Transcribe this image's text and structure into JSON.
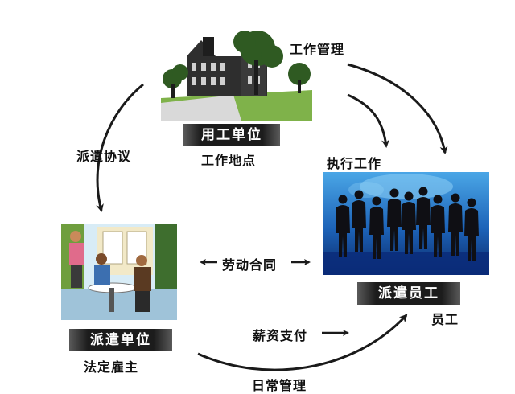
{
  "parties": {
    "employer": {
      "plate": "用工单位",
      "sub": "工作地点"
    },
    "agency": {
      "plate": "派遣单位",
      "sub": "法定雇主"
    },
    "worker": {
      "plate": "派遣员工",
      "sub": "员工"
    }
  },
  "relations": {
    "work_management": "工作管理",
    "dispatch_agreement": "派遣协议",
    "perform_work": "执行工作",
    "labor_contract": "劳动合同",
    "salary_payment": "薪资支付",
    "daily_management": "日常管理"
  },
  "colors": {
    "arrow": "#1a1a1a",
    "plate_dark": "#1c1c1c",
    "sky_blue": "#1f6fc4",
    "lawn_green": "#7fb24a"
  },
  "icons": {
    "employer_image": "campus-building-image",
    "agency_image": "cafe-meeting-image",
    "worker_image": "business-people-silhouettes-image"
  }
}
